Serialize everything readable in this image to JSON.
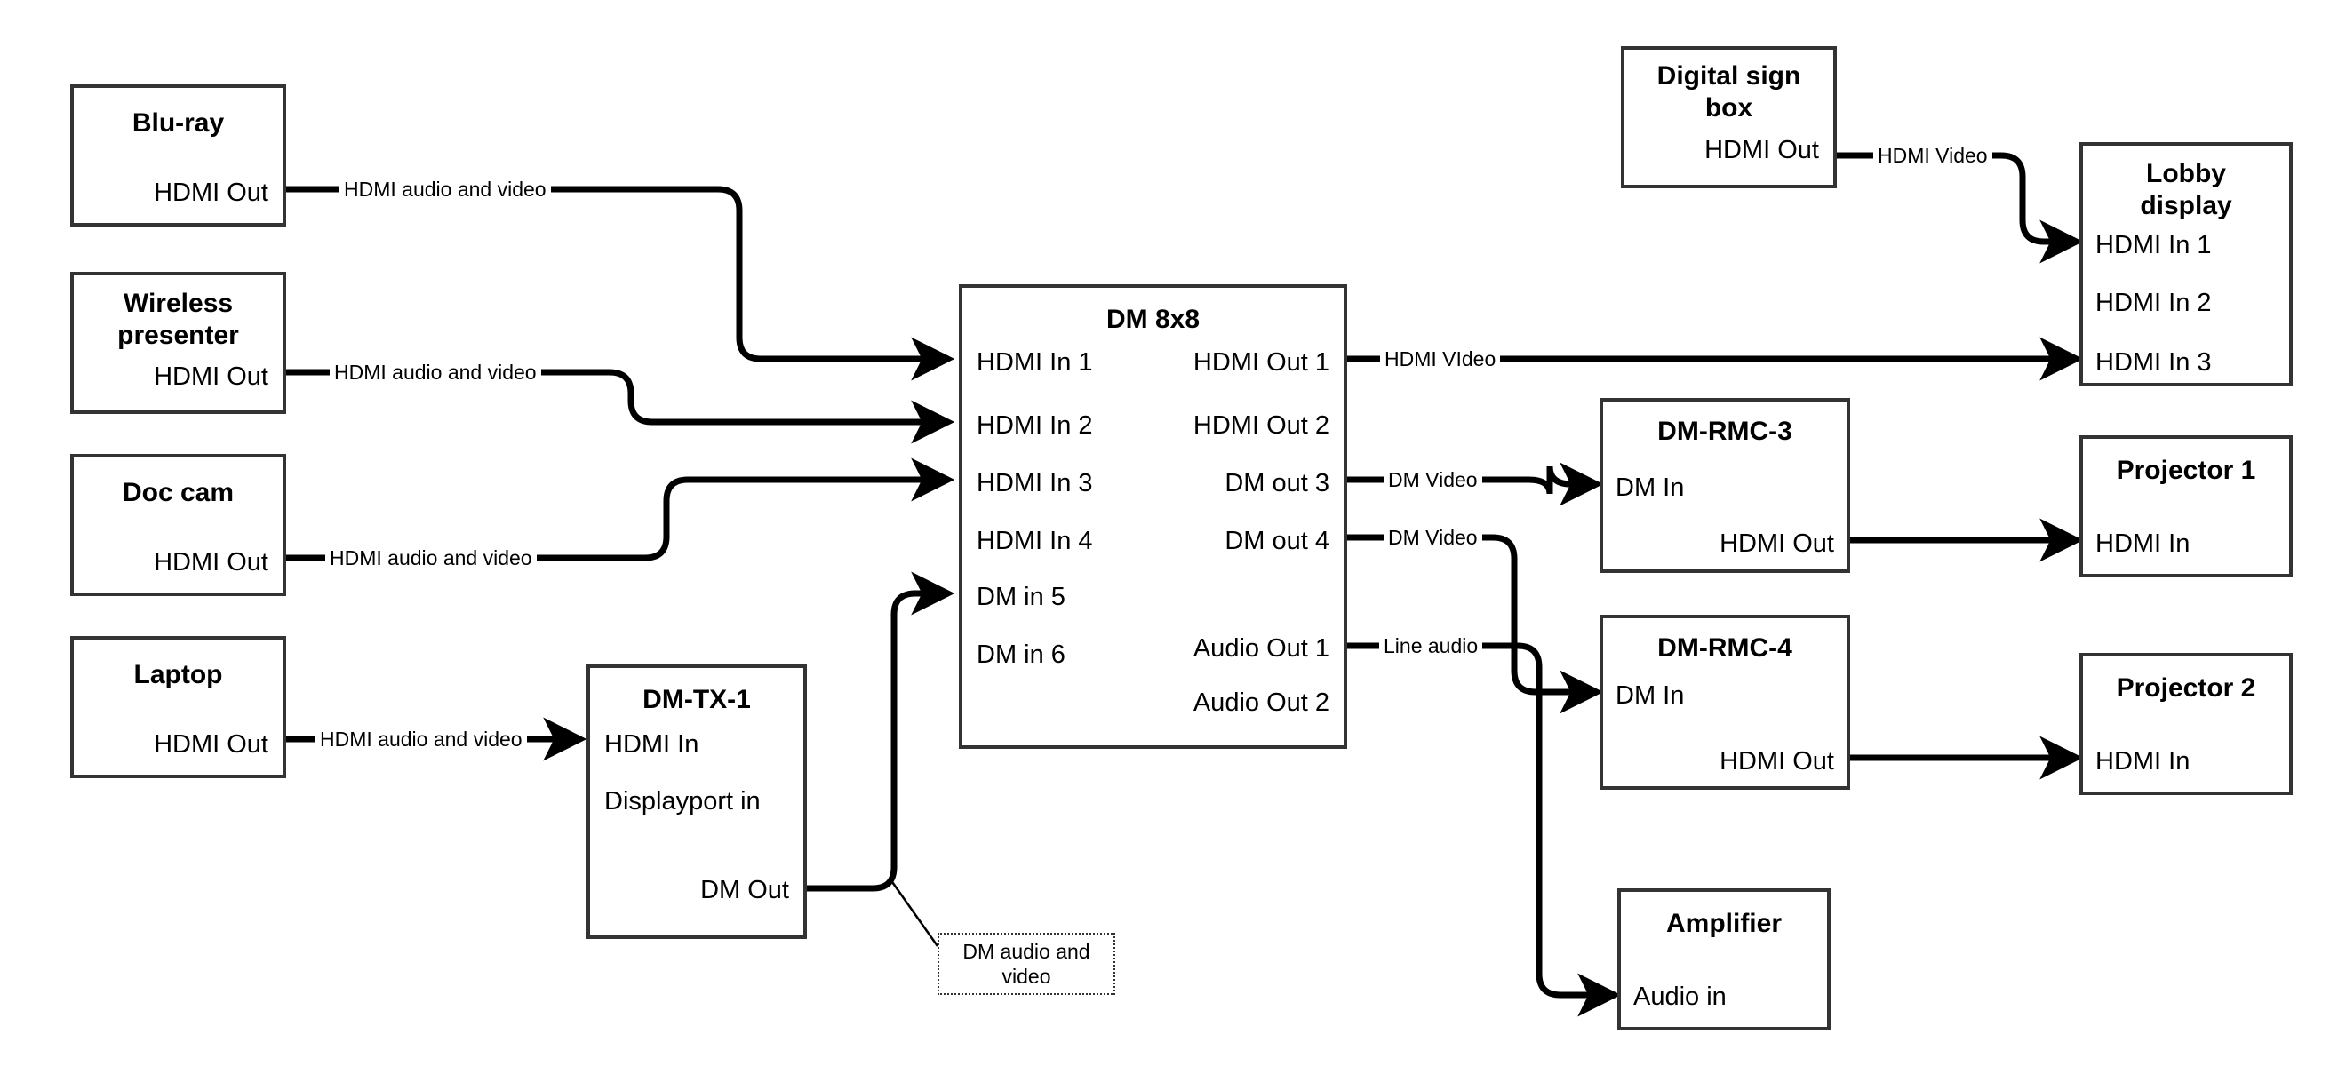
{
  "diagram": {
    "title": "AV signal flow diagram",
    "line_color": "#000000",
    "box_border_color": "#333333",
    "background": "#ffffff"
  },
  "nodes": {
    "bluray": {
      "title": "Blu-ray",
      "ports": [
        "HDMI Out"
      ]
    },
    "wireless": {
      "title": "Wireless\npresenter",
      "title_line1": "Wireless",
      "title_line2": "presenter",
      "ports": [
        "HDMI Out"
      ]
    },
    "doccam": {
      "title": "Doc cam",
      "ports": [
        "HDMI Out"
      ]
    },
    "laptop": {
      "title": "Laptop",
      "ports": [
        "HDMI Out"
      ]
    },
    "dmtx1": {
      "title": "DM-TX-1",
      "in1": "HDMI In",
      "in2": "Displayport in",
      "out1": "DM Out"
    },
    "dm8x8": {
      "title": "DM 8x8",
      "inputs": [
        "HDMI In 1",
        "HDMI In 2",
        "HDMI In 3",
        "HDMI In 4",
        "DM in 5",
        "DM in 6"
      ],
      "outputs": [
        "HDMI Out 1",
        "HDMI Out 2",
        "DM out 3",
        "DM out 4",
        "Audio Out 1",
        "Audio Out 2"
      ]
    },
    "digitalsign": {
      "title_line1": "Digital sign",
      "title_line2": "box",
      "ports": [
        "HDMI Out"
      ]
    },
    "lobby": {
      "title_line1": "Lobby",
      "title_line2": "display",
      "inputs": [
        "HDMI In 1",
        "HDMI In 2",
        "HDMI In 3"
      ]
    },
    "dmrmc3": {
      "title": "DM-RMC-3",
      "in1": "DM In",
      "out1": "HDMI Out"
    },
    "dmrmc4": {
      "title": "DM-RMC-4",
      "in1": "DM In",
      "out1": "HDMI Out"
    },
    "projector1": {
      "title": "Projector 1",
      "in1": "HDMI In"
    },
    "projector2": {
      "title": "Projector 2",
      "in1": "HDMI In"
    },
    "amplifier": {
      "title": "Amplifier",
      "in1": "Audio in"
    }
  },
  "wire_labels": {
    "bluray_to_dm": "HDMI audio and video",
    "wireless_to_dm": "HDMI audio and video",
    "doccam_to_dm": "HDMI audio and video",
    "laptop_to_tx": "HDMI audio and video",
    "sign_to_lobby": "HDMI Video",
    "dm_out1_to_lobby": "HDMI VIdeo",
    "dm_out3_to_rmc3": "DM Video",
    "dm_out4_to_rmc4": "DM Video",
    "dm_audio_to_amp": "Line audio"
  },
  "callout": {
    "text": "DM audio and video"
  }
}
